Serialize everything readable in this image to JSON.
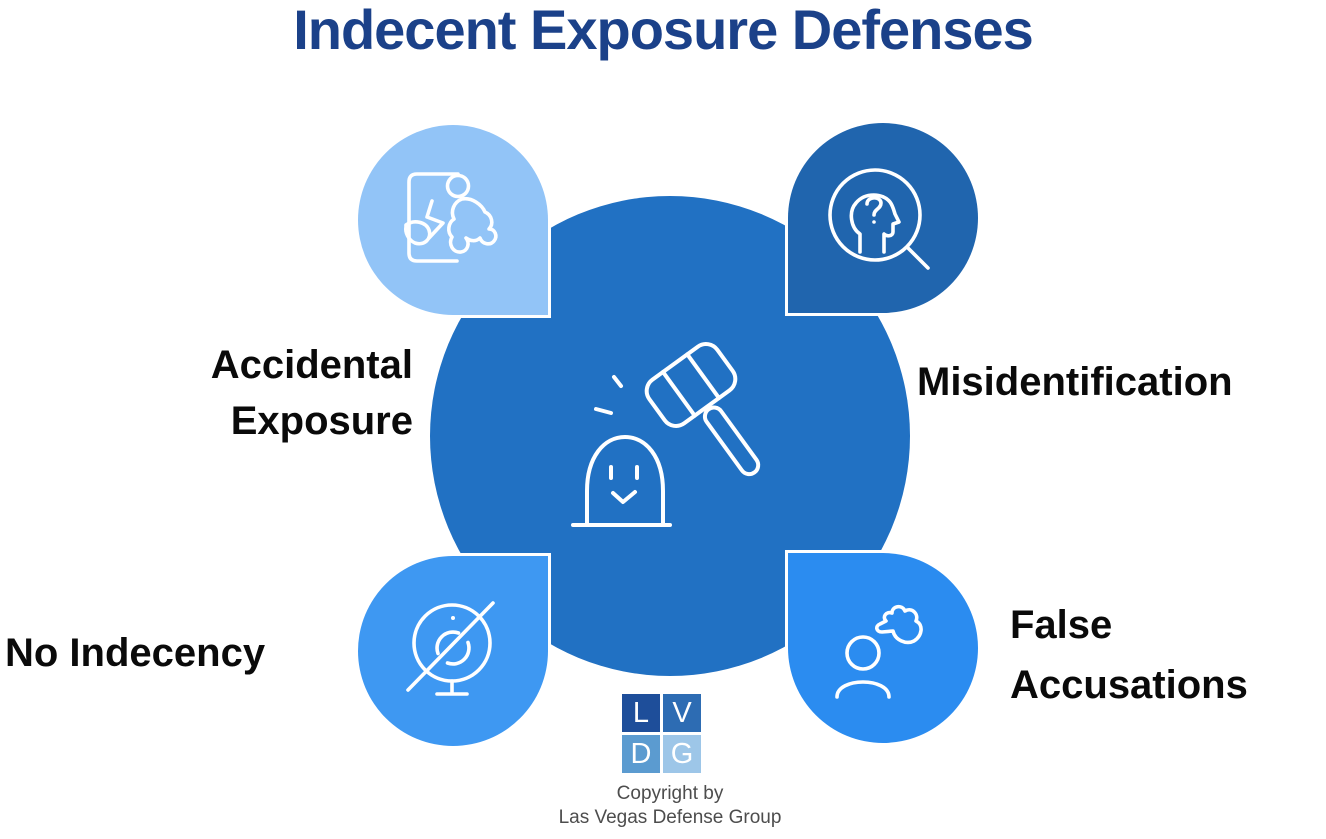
{
  "title": {
    "text": "Indecent Exposure Defenses",
    "color": "#1b4189"
  },
  "center": {
    "icon": "gavel-ghost-icon",
    "circle_color": "#2171c3"
  },
  "defenses": [
    {
      "id": "accidental-exposure",
      "label": "Accidental Exposure",
      "label_lines": [
        "Accidental",
        "Exposure"
      ],
      "position": "top-left",
      "bubble_color": "#92c4f7",
      "icon": "torn-photo-icon"
    },
    {
      "id": "misidentification",
      "label": "Misidentification",
      "label_lines": [
        "Misidentification"
      ],
      "position": "top-right",
      "bubble_color": "#2065ae",
      "icon": "magnifier-head-icon"
    },
    {
      "id": "no-indecency",
      "label": "No Indecency",
      "label_lines": [
        "No Indecency"
      ],
      "position": "bottom-left",
      "bubble_color": "#3e98f2",
      "icon": "webcam-slash-icon"
    },
    {
      "id": "false-accusations",
      "label": "False Accusations",
      "label_lines": [
        "False",
        "Accusations"
      ],
      "position": "bottom-right",
      "bubble_color": "#2b8cf0",
      "icon": "accusing-hand-icon"
    }
  ],
  "logo": {
    "letters": [
      "L",
      "V",
      "D",
      "G"
    ],
    "square_colors": [
      "#1e4e9a",
      "#2d6cb3",
      "#5b9bd0",
      "#9dc6e8"
    ]
  },
  "copyright": {
    "line1": "Copyright by",
    "line2": "Las Vegas Defense Group"
  }
}
